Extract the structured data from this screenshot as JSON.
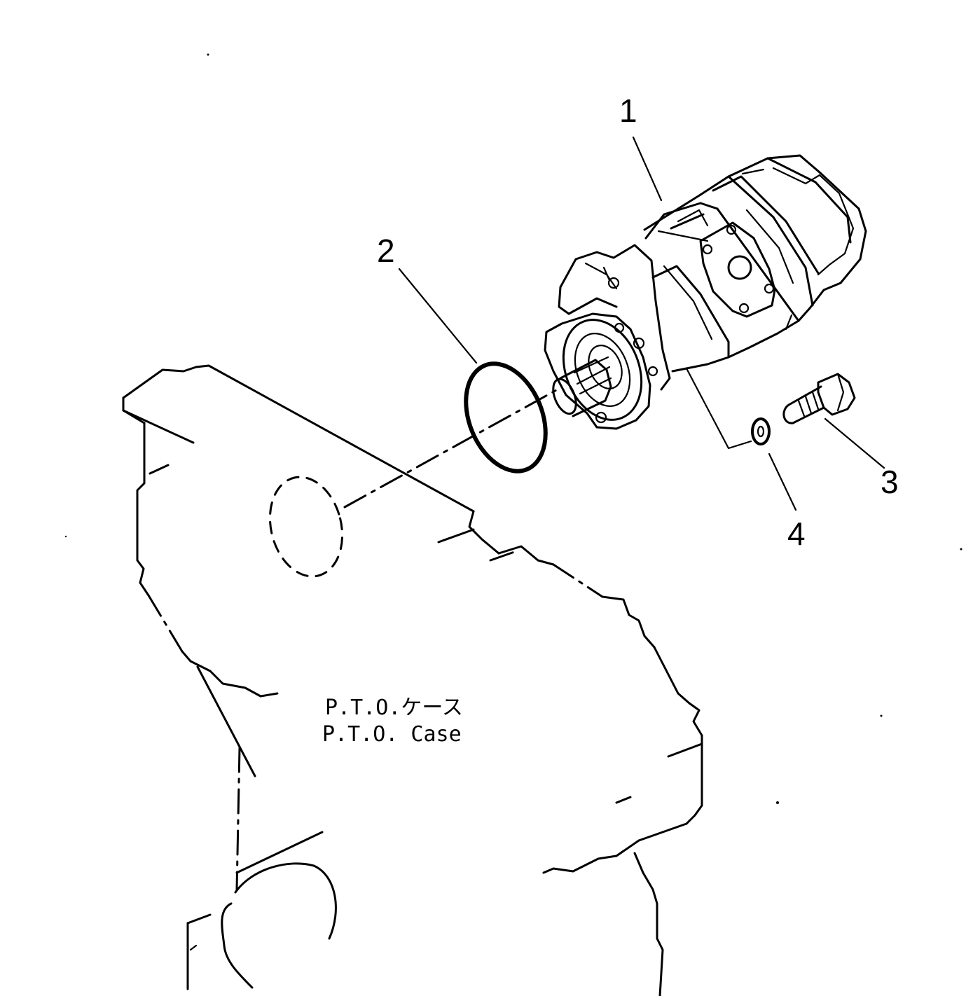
{
  "callouts": {
    "part1": "1",
    "part2": "2",
    "part3": "3",
    "part4": "4"
  },
  "case_label": {
    "japanese": "P.T.O.ケース",
    "english": "P.T.O. Case"
  }
}
